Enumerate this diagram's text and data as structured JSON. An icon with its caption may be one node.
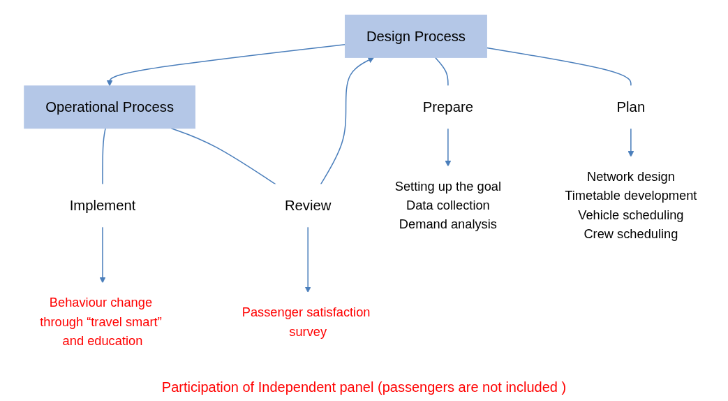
{
  "diagram": {
    "nodes": [
      {
        "text": [
          "Design Process"
        ]
      },
      {
        "text": [
          "Operational Process"
        ]
      },
      {
        "text": [
          "Prepare"
        ]
      },
      {
        "text": [
          "Plan"
        ]
      },
      {
        "text": [
          "Implement"
        ]
      },
      {
        "text": [
          "Review"
        ]
      },
      {
        "text": [
          "Setting up the goal",
          "Data collection",
          "Demand analysis"
        ]
      },
      {
        "text": [
          "Network design",
          "Timetable development",
          "Vehicle scheduling",
          "Crew scheduling"
        ]
      },
      {
        "text": [
          "Behaviour change through “travel smart” and education"
        ]
      },
      {
        "text": [
          "Passenger satisfaction survey"
        ]
      }
    ],
    "edges": [
      {
        "from": 0,
        "to": 1,
        "arrow": "to"
      },
      {
        "from": 5,
        "to": 0,
        "arrow": "to"
      },
      {
        "from": 0,
        "to": 2,
        "arrow": "none"
      },
      {
        "from": 0,
        "to": 3,
        "arrow": "none"
      },
      {
        "from": 1,
        "to": 4,
        "arrow": "none"
      },
      {
        "from": 1,
        "to": 5,
        "arrow": "none"
      },
      {
        "from": 2,
        "to": 6,
        "arrow": "to"
      },
      {
        "from": 3,
        "to": 7,
        "arrow": "to"
      },
      {
        "from": 4,
        "to": 8,
        "arrow": "to"
      },
      {
        "from": 5,
        "to": 9,
        "arrow": "to"
      }
    ],
    "labels": [
      "Participation of Independent panel (passengers are not included )"
    ]
  }
}
